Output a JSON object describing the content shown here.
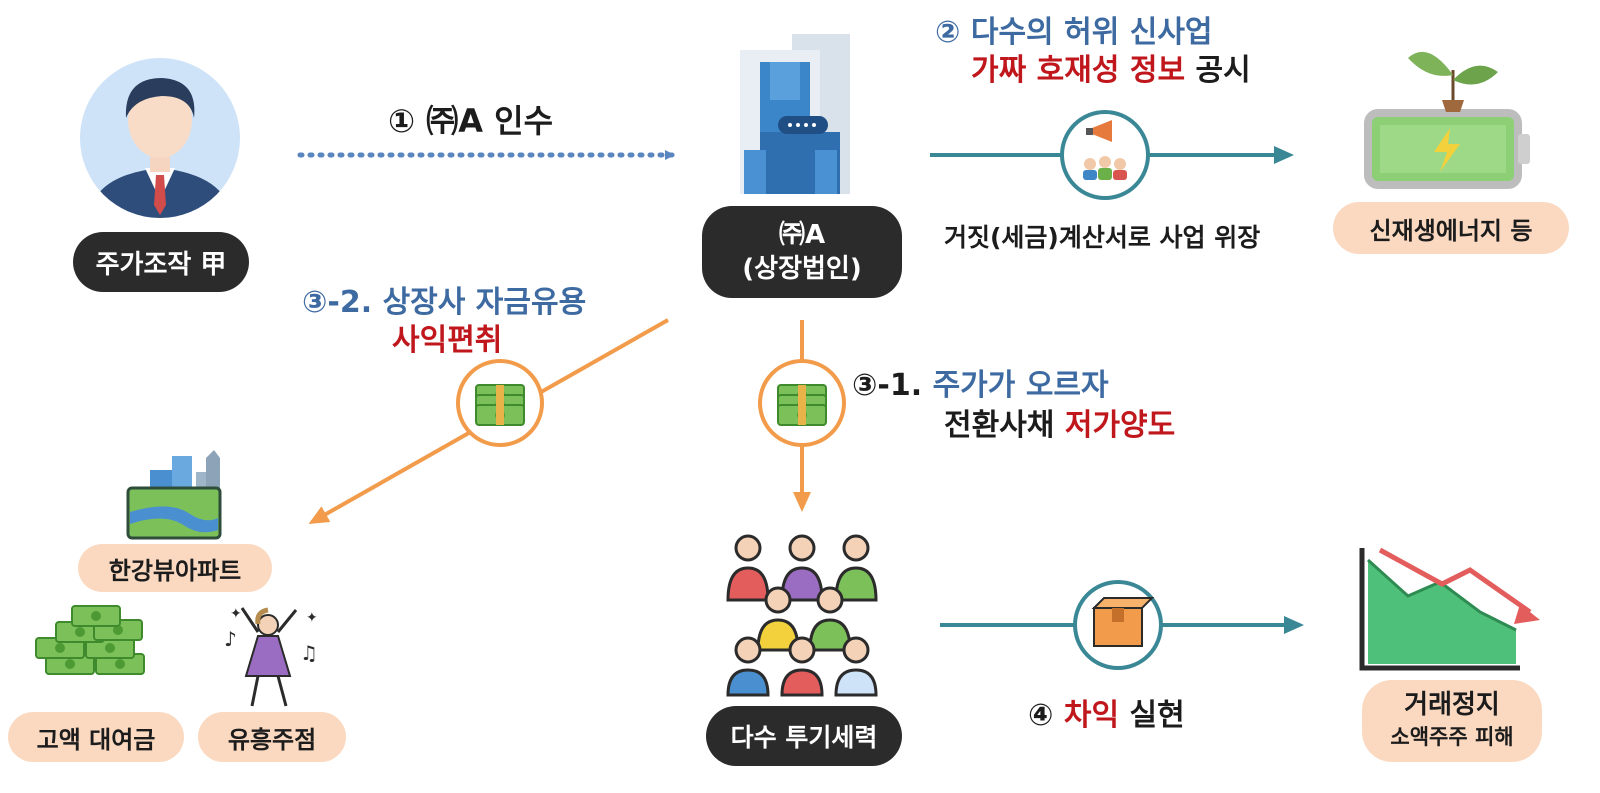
{
  "actor": {
    "label": "주가조작 甲"
  },
  "company": {
    "line1": "㈜A",
    "line2": "(상장법인)"
  },
  "step1": {
    "label": "① ㈜A 인수"
  },
  "step2": {
    "line1": "② 다수의 허위 신사업",
    "line2_red": "가짜 호재성 정보",
    "line2_black": " 공시"
  },
  "disguise": {
    "label": "거짓(세금)계산서로 사업 위장"
  },
  "renewable": {
    "label": "신재생에너지 등"
  },
  "step3_2": {
    "line1": "③-2. 상장사 자금유용",
    "line2": "사익편취"
  },
  "step3_1": {
    "line1_prefix": "③-1. ",
    "line1_blue": "주가가 오르자",
    "line2_black": "전환사채 ",
    "line2_red": "저가양도"
  },
  "apartment": {
    "label": "한강뷰아파트"
  },
  "loan": {
    "label": "고액 대여금"
  },
  "bar": {
    "label": "유흥주점"
  },
  "speculators": {
    "label": "다수 투기세력"
  },
  "step4": {
    "prefix": "④ ",
    "red": "차익",
    "suffix": " 실현"
  },
  "suspension": {
    "line1": "거래정지",
    "line2": "소액주주 피해"
  },
  "colors": {
    "blue_text": "#3e6aa2",
    "red_text": "#c0171d",
    "teal_arrow": "#3a8896",
    "orange_arrow": "#f29b4b",
    "dotted_arrow": "#5a86c0",
    "dark_pill": "#2b2b2b",
    "peach_pill": "#fbd9c1"
  },
  "icons": [
    "businessman-icon",
    "office-building-icon",
    "megaphone-crowd-icon",
    "battery-sprout-icon",
    "money-stack-icon",
    "city-river-icon",
    "cash-pile-icon",
    "dancer-icon",
    "crowd-icon",
    "package-icon",
    "falling-chart-icon"
  ]
}
